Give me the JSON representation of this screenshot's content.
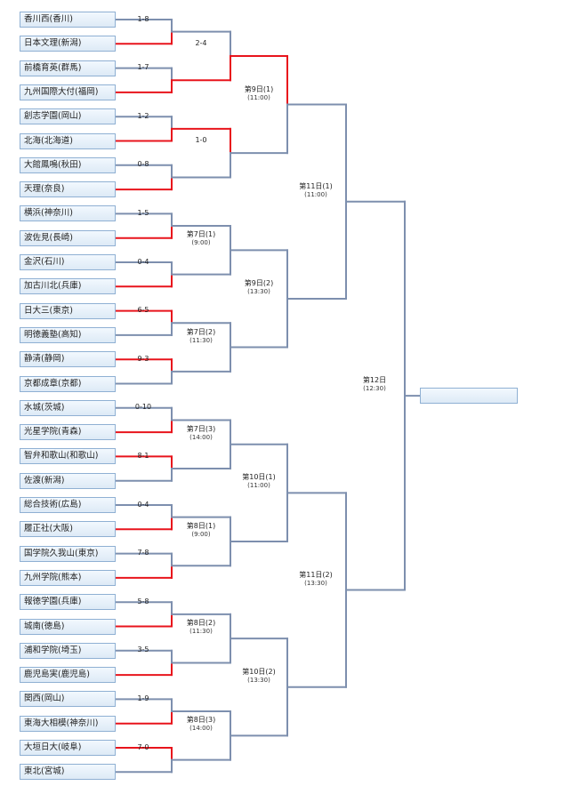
{
  "colors": {
    "win": "#e8141c",
    "loss": "#7d8fae"
  },
  "teams": [
    "香川西(香川)",
    "日本文理(新潟)",
    "前橋育英(群馬)",
    "九州国際大付(福岡)",
    "創志学園(岡山)",
    "北海(北海道)",
    "大館鳳鳴(秋田)",
    "天理(奈良)",
    "横浜(神奈川)",
    "波佐見(長崎)",
    "金沢(石川)",
    "加古川北(兵庫)",
    "日大三(東京)",
    "明徳義塾(高知)",
    "静清(静岡)",
    "京都成章(京都)",
    "水城(茨城)",
    "光星学院(青森)",
    "智弁和歌山(和歌山)",
    "佐渡(新潟)",
    "総合技術(広島)",
    "履正社(大阪)",
    "国学院久我山(東京)",
    "九州学院(熊本)",
    "報徳学園(兵庫)",
    "城南(徳島)",
    "浦和学院(埼玉)",
    "鹿児島実(鹿児島)",
    "関西(岡山)",
    "東海大相模(神奈川)",
    "大垣日大(岐阜)",
    "東北(宮城)"
  ],
  "first_round": [
    {
      "score": "1-8",
      "winner": "bottom"
    },
    {
      "score": "1-7",
      "winner": "bottom"
    },
    {
      "score": "1-2",
      "winner": "bottom"
    },
    {
      "score": "0-8",
      "winner": "bottom"
    },
    {
      "score": "1-5",
      "winner": "bottom"
    },
    {
      "score": "0-4",
      "winner": "bottom"
    },
    {
      "score": "6-5",
      "winner": "top"
    },
    {
      "score": "9-3",
      "winner": "top"
    },
    {
      "score": "0-10",
      "winner": "bottom"
    },
    {
      "score": "8-1",
      "winner": "top"
    },
    {
      "score": "0-4",
      "winner": "bottom"
    },
    {
      "score": "7-8",
      "winner": "bottom"
    },
    {
      "score": "5-8",
      "winner": "bottom"
    },
    {
      "score": "3-5",
      "winner": "bottom"
    },
    {
      "score": "1-9",
      "winner": "bottom"
    },
    {
      "score": "7-0",
      "winner": "top"
    }
  ],
  "second_round": [
    {
      "score": "2-4",
      "winner": "bottom"
    },
    {
      "score": "1-0",
      "winner": "top"
    },
    {
      "label": "第7日(1)",
      "time": "(9:00)"
    },
    {
      "label": "第7日(2)",
      "time": "(11:30)"
    },
    {
      "label": "第7日(3)",
      "time": "(14:00)"
    },
    {
      "label": "第8日(1)",
      "time": "(9:00)"
    },
    {
      "label": "第8日(2)",
      "time": "(11:30)"
    },
    {
      "label": "第8日(3)",
      "time": "(14:00)"
    }
  ],
  "third_round": [
    {
      "label": "第9日(1)",
      "time": "(11:00)"
    },
    {
      "label": "第9日(2)",
      "time": "(13:30)"
    },
    {
      "label": "第10日(1)",
      "time": "(11:00)"
    },
    {
      "label": "第10日(2)",
      "time": "(13:30)"
    }
  ],
  "semifinals": [
    {
      "label": "第11日(1)",
      "time": "(11:00)"
    },
    {
      "label": "第11日(2)",
      "time": "(13:30)"
    }
  ],
  "final": {
    "label": "第12日",
    "time": "(12:30)",
    "champion": ""
  }
}
